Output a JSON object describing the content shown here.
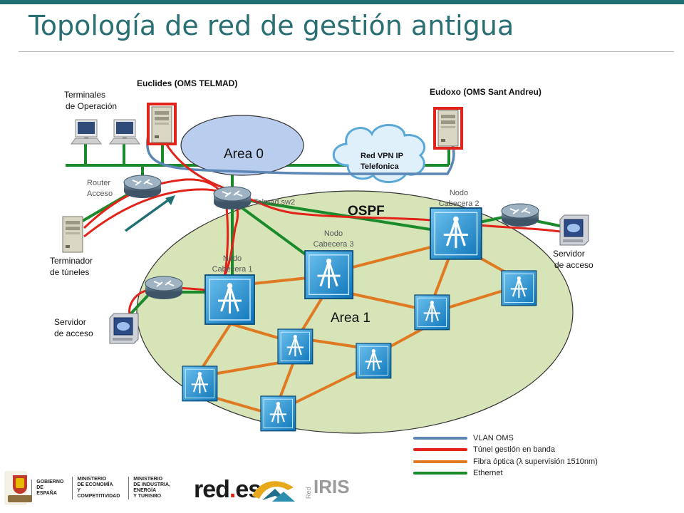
{
  "title": "Topología de red de gestión antigua",
  "colors": {
    "vlan_oms": "#5b86b6",
    "tunnel": "#e2231a",
    "fiber": "#e07a22",
    "ethernet": "#1a8a2a",
    "area1_fill": "#d6e4b8",
    "area0_fill": "#b9cdee",
    "title": "#2a6f74"
  },
  "labels": {
    "euclides": "Euclides (OMS TELMAD)",
    "eudoxo": "Eudoxo (OMS Sant Andreu)",
    "terminales_line1": "Terminales",
    "terminales_line2": "de Operación",
    "area0": "Area 0",
    "vpn_line1": "Red VPN IP",
    "vpn_line2": "Telefonica",
    "router_line1": "Router",
    "router_line2": "Acceso",
    "telmad": "Telmad.sw2",
    "ospf": "OSPF",
    "nodo2_line1": "Nodo",
    "nodo2_line2": "Cabecera 2",
    "nodo3_line1": "Nodo",
    "nodo3_line2": "Cabecera 3",
    "nodo1_line1": "Nodo",
    "nodo1_line2": "Cabecera 1",
    "terminador_line1": "Terminador",
    "terminador_line2": "de túneles",
    "servidor_right_line1": "Servidor",
    "servidor_right_line2": "de acceso",
    "servidor_left_line1": "Servidor",
    "servidor_left_line2": "de acceso",
    "area1": "Area 1"
  },
  "legend": [
    {
      "text": "VLAN OMS",
      "color": "#5b86b6"
    },
    {
      "text": "Túnel gestión en banda",
      "color": "#e2231a"
    },
    {
      "text": "Fibra óptica (λ supervisión 1510nm)",
      "color": "#e07a22"
    },
    {
      "text": "Ethernet",
      "color": "#1a8a2a"
    }
  ],
  "footer": {
    "gov_text_1": "GOBIERNO\nDE ESPAÑA",
    "gov_text_2": "MINISTERIO\nDE ECONOMÍA\nY COMPETITIVIDAD",
    "gov_text_3": "MINISTERIO\nDE INDUSTRIA, ENERGÍA\nY TURISMO",
    "redes_a": "red",
    "redes_dot": ".",
    "redes_b": "es",
    "rediris_small": "Red",
    "rediris": "IRIS"
  }
}
